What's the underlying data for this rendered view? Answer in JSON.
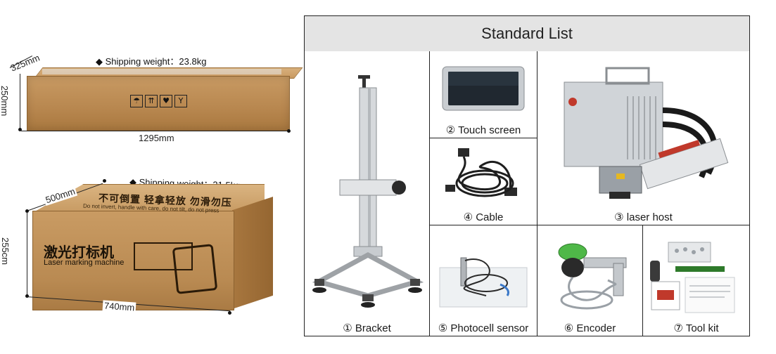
{
  "box1": {
    "shipping_weight": "◆ Shipping weight：23.8kg",
    "depth": "325mm",
    "height": "250mm",
    "length": "1295mm"
  },
  "box2": {
    "shipping_weight": "◆ Shipping weight：21.5kg",
    "depth": "500mm",
    "height": "255cm",
    "length": "740mm",
    "top_cn": "不可倒置  轻拿轻放  勿滑勿压",
    "top_en": "Do not invert, handle with care, do not tilt, do not press",
    "front_cn": "激光打标机",
    "front_en": "Laser marking machine"
  },
  "table": {
    "title": "Standard List",
    "items": [
      {
        "label": "① Bracket"
      },
      {
        "label": "② Touch screen"
      },
      {
        "label": "④ Cable"
      },
      {
        "label": "③ laser host"
      },
      {
        "label": "⑤ Photocell sensor"
      },
      {
        "label": "⑥ Encoder"
      },
      {
        "label": "⑦ Tool kit"
      }
    ]
  },
  "colors": {
    "cardboard": "#b8874f",
    "title_bg": "#e4e4e4",
    "laser_red": "#c0392b"
  }
}
